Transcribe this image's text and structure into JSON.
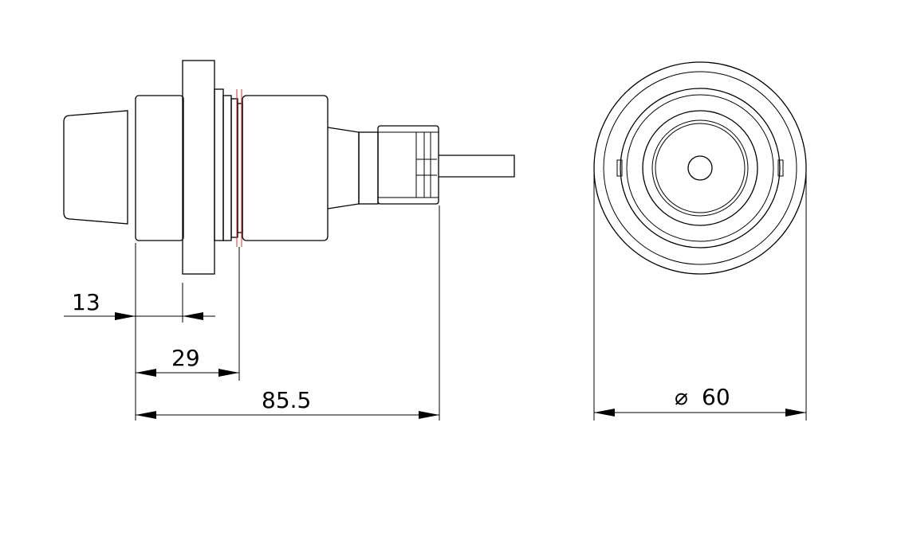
{
  "dimensions": {
    "d1": "13",
    "d2": "29",
    "d3": "85.5",
    "diameter_symbol": "⌀",
    "diameter": "60"
  },
  "colors": {
    "line": "#000000",
    "centerline": "#dd3333",
    "background": "#ffffff"
  }
}
